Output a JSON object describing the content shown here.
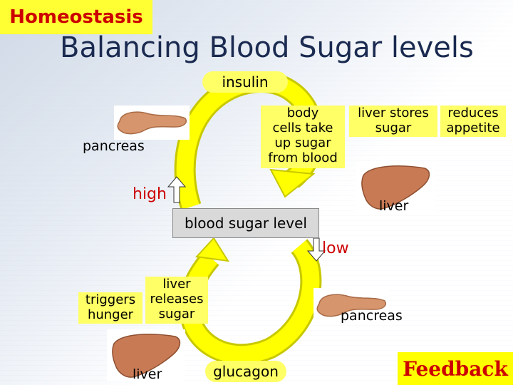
{
  "badge": "Homeostasis",
  "title": "Balancing Blood Sugar levels",
  "nodes": {
    "insulin": "insulin",
    "glucagon": "glucagon",
    "blood_sugar_level": "blood sugar level",
    "high": "high",
    "low": "low",
    "pancreas_top": "pancreas",
    "pancreas_bottom": "pancreas",
    "liver_right": "liver",
    "liver_bottom": "liver"
  },
  "effects_high": {
    "body_cells": [
      "body",
      "cells take",
      "up sugar",
      "from blood"
    ],
    "liver_stores": [
      "liver stores",
      "sugar"
    ],
    "reduces_appetite": [
      "reduces",
      "appetite"
    ]
  },
  "effects_low": {
    "triggers_hunger": [
      "triggers",
      "hunger"
    ],
    "liver_releases": [
      "liver",
      "releases",
      "sugar"
    ]
  },
  "feedback_button": "Feedback",
  "colors": {
    "arrow": "#ffff00",
    "arrow_edge": "#c8c800",
    "highlight": "#ffff66",
    "accent_red": "#cc0000",
    "organ_fill": "#d6956c"
  }
}
